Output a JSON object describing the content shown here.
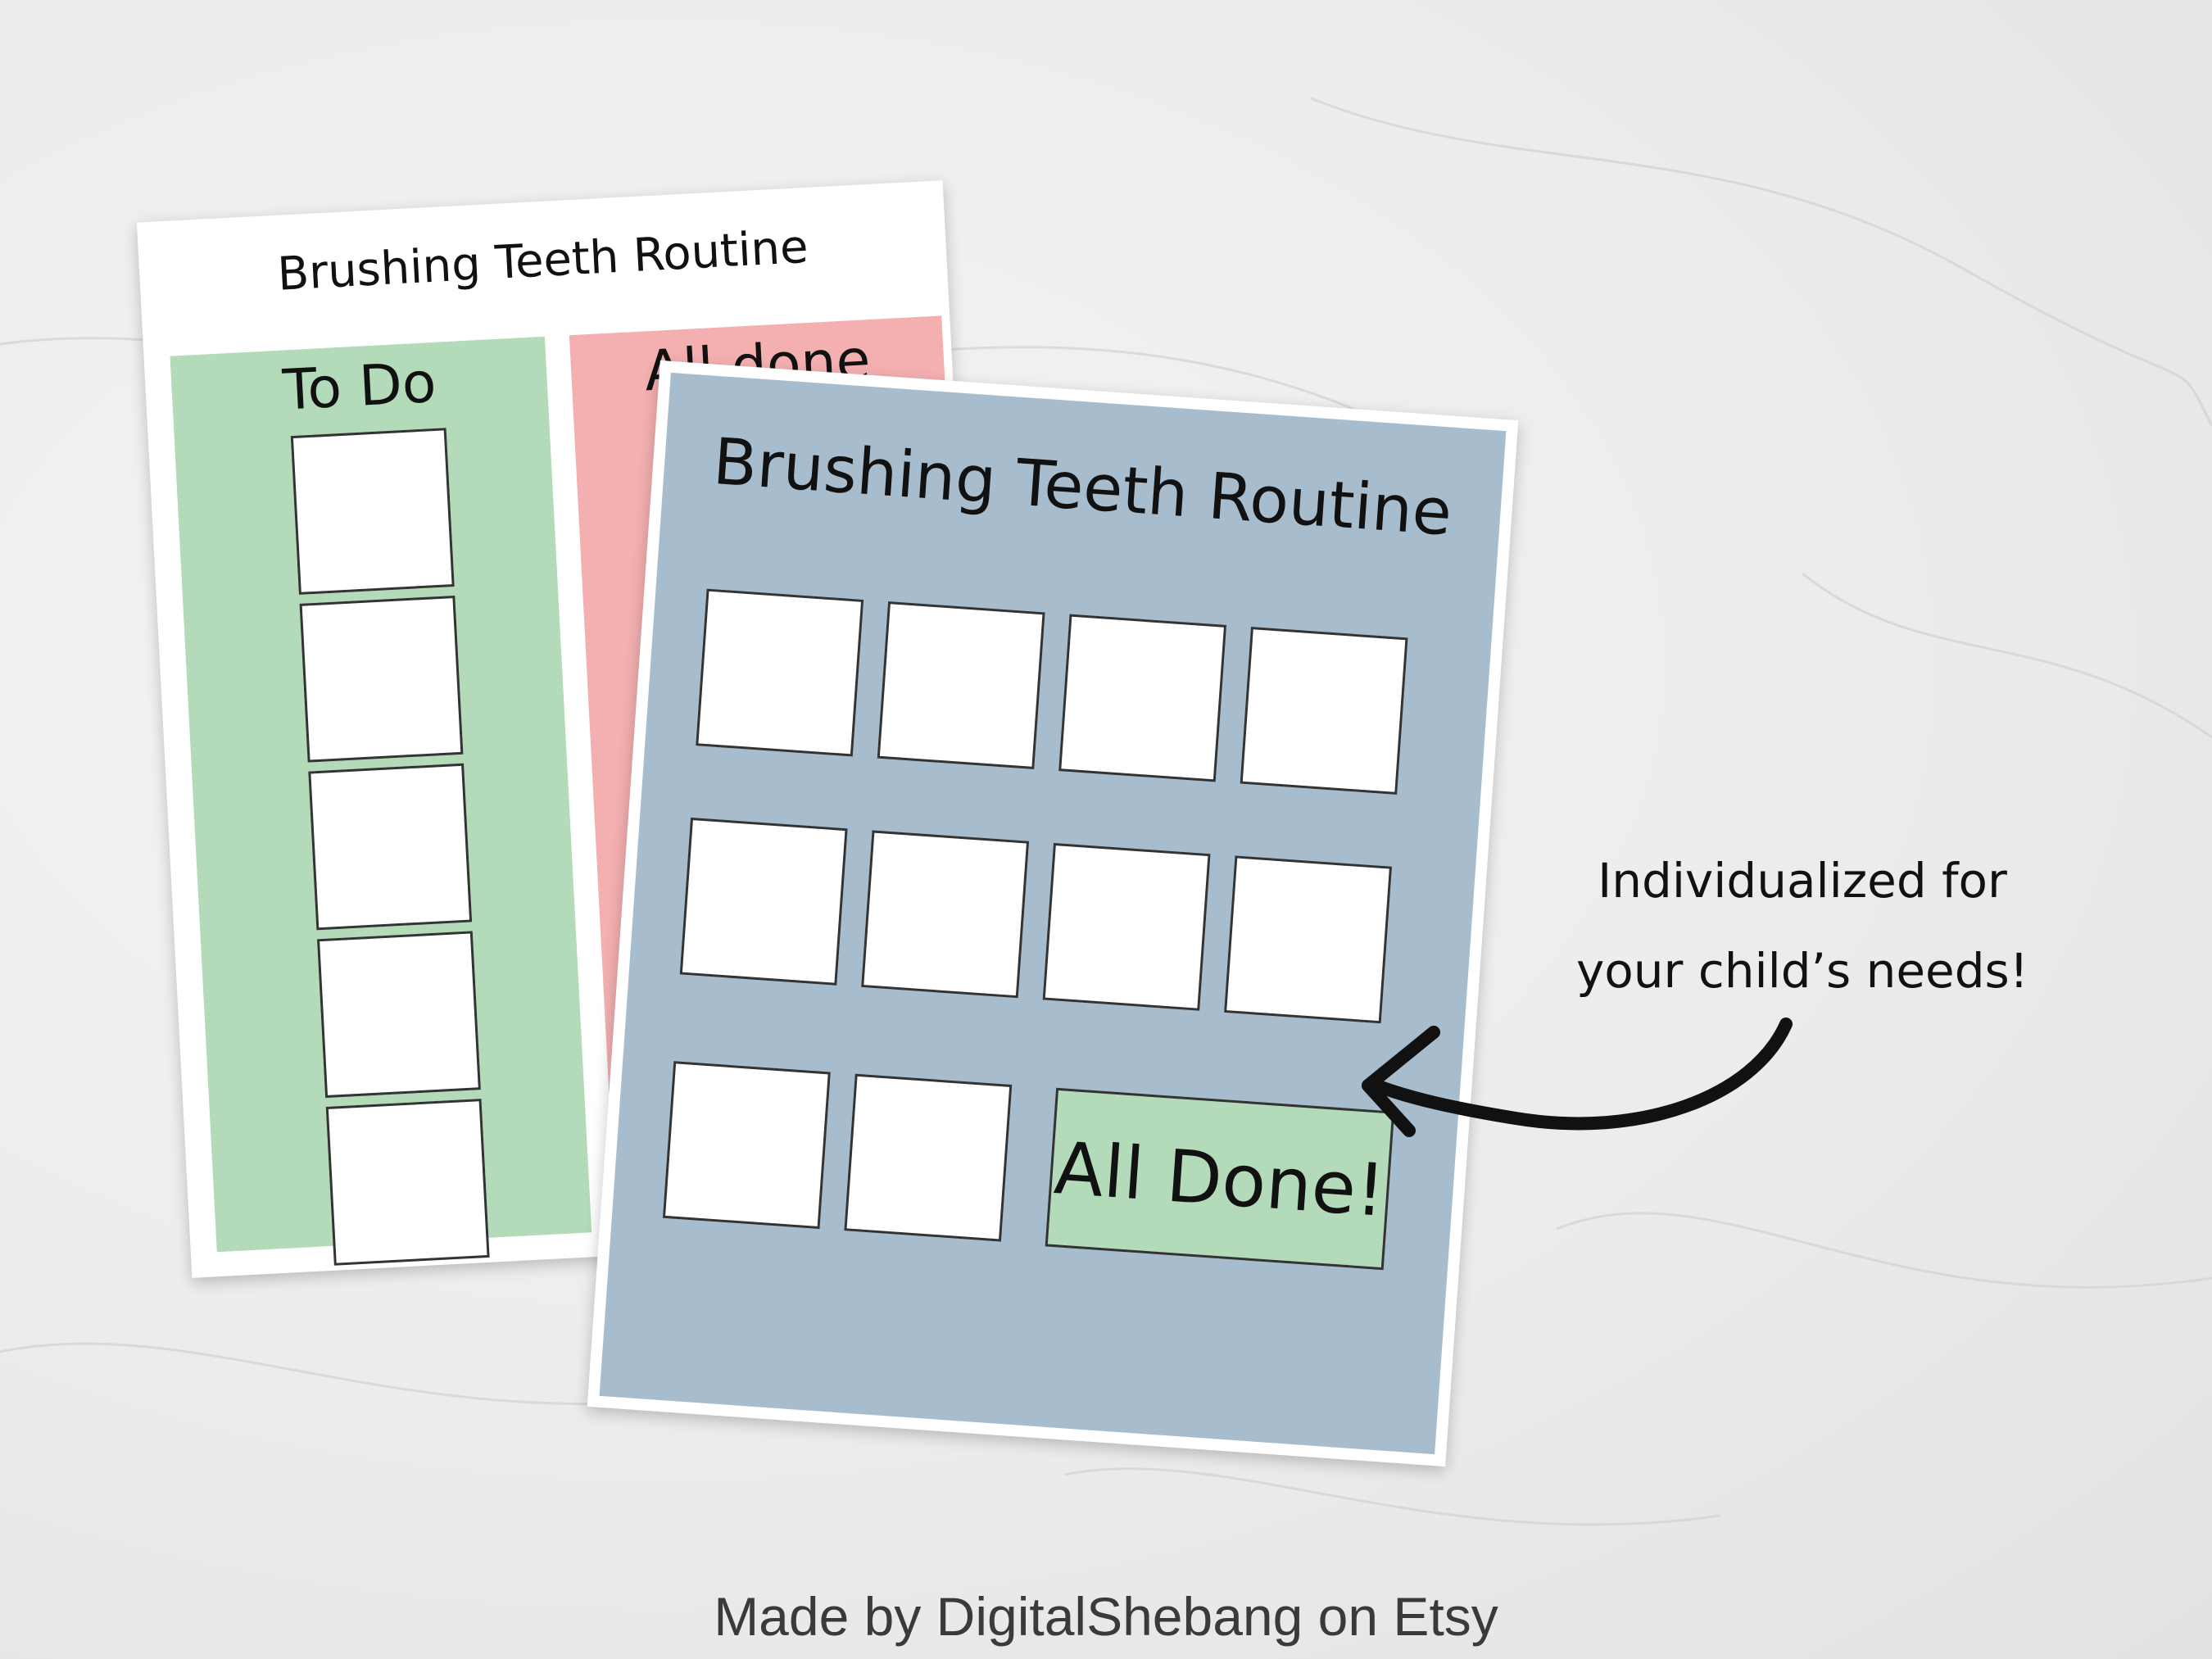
{
  "back_sheet": {
    "title": "Brushing Teeth Routine",
    "todo_heading": "To Do",
    "done_heading": "All done",
    "colors": {
      "todo": "#b3dab9",
      "done": "#f4b0b1"
    }
  },
  "front_sheet": {
    "title": "Brushing Teeth Routine",
    "all_done_label": "All Done!",
    "colors": {
      "panel": "#a7bdcd",
      "all_done": "#b3dab9"
    }
  },
  "callout": {
    "line1": "Individualized for",
    "line2": "your child’s needs!",
    "icon": "curved-arrow-icon"
  },
  "credit": "Made by DigitalShebang on Etsy"
}
